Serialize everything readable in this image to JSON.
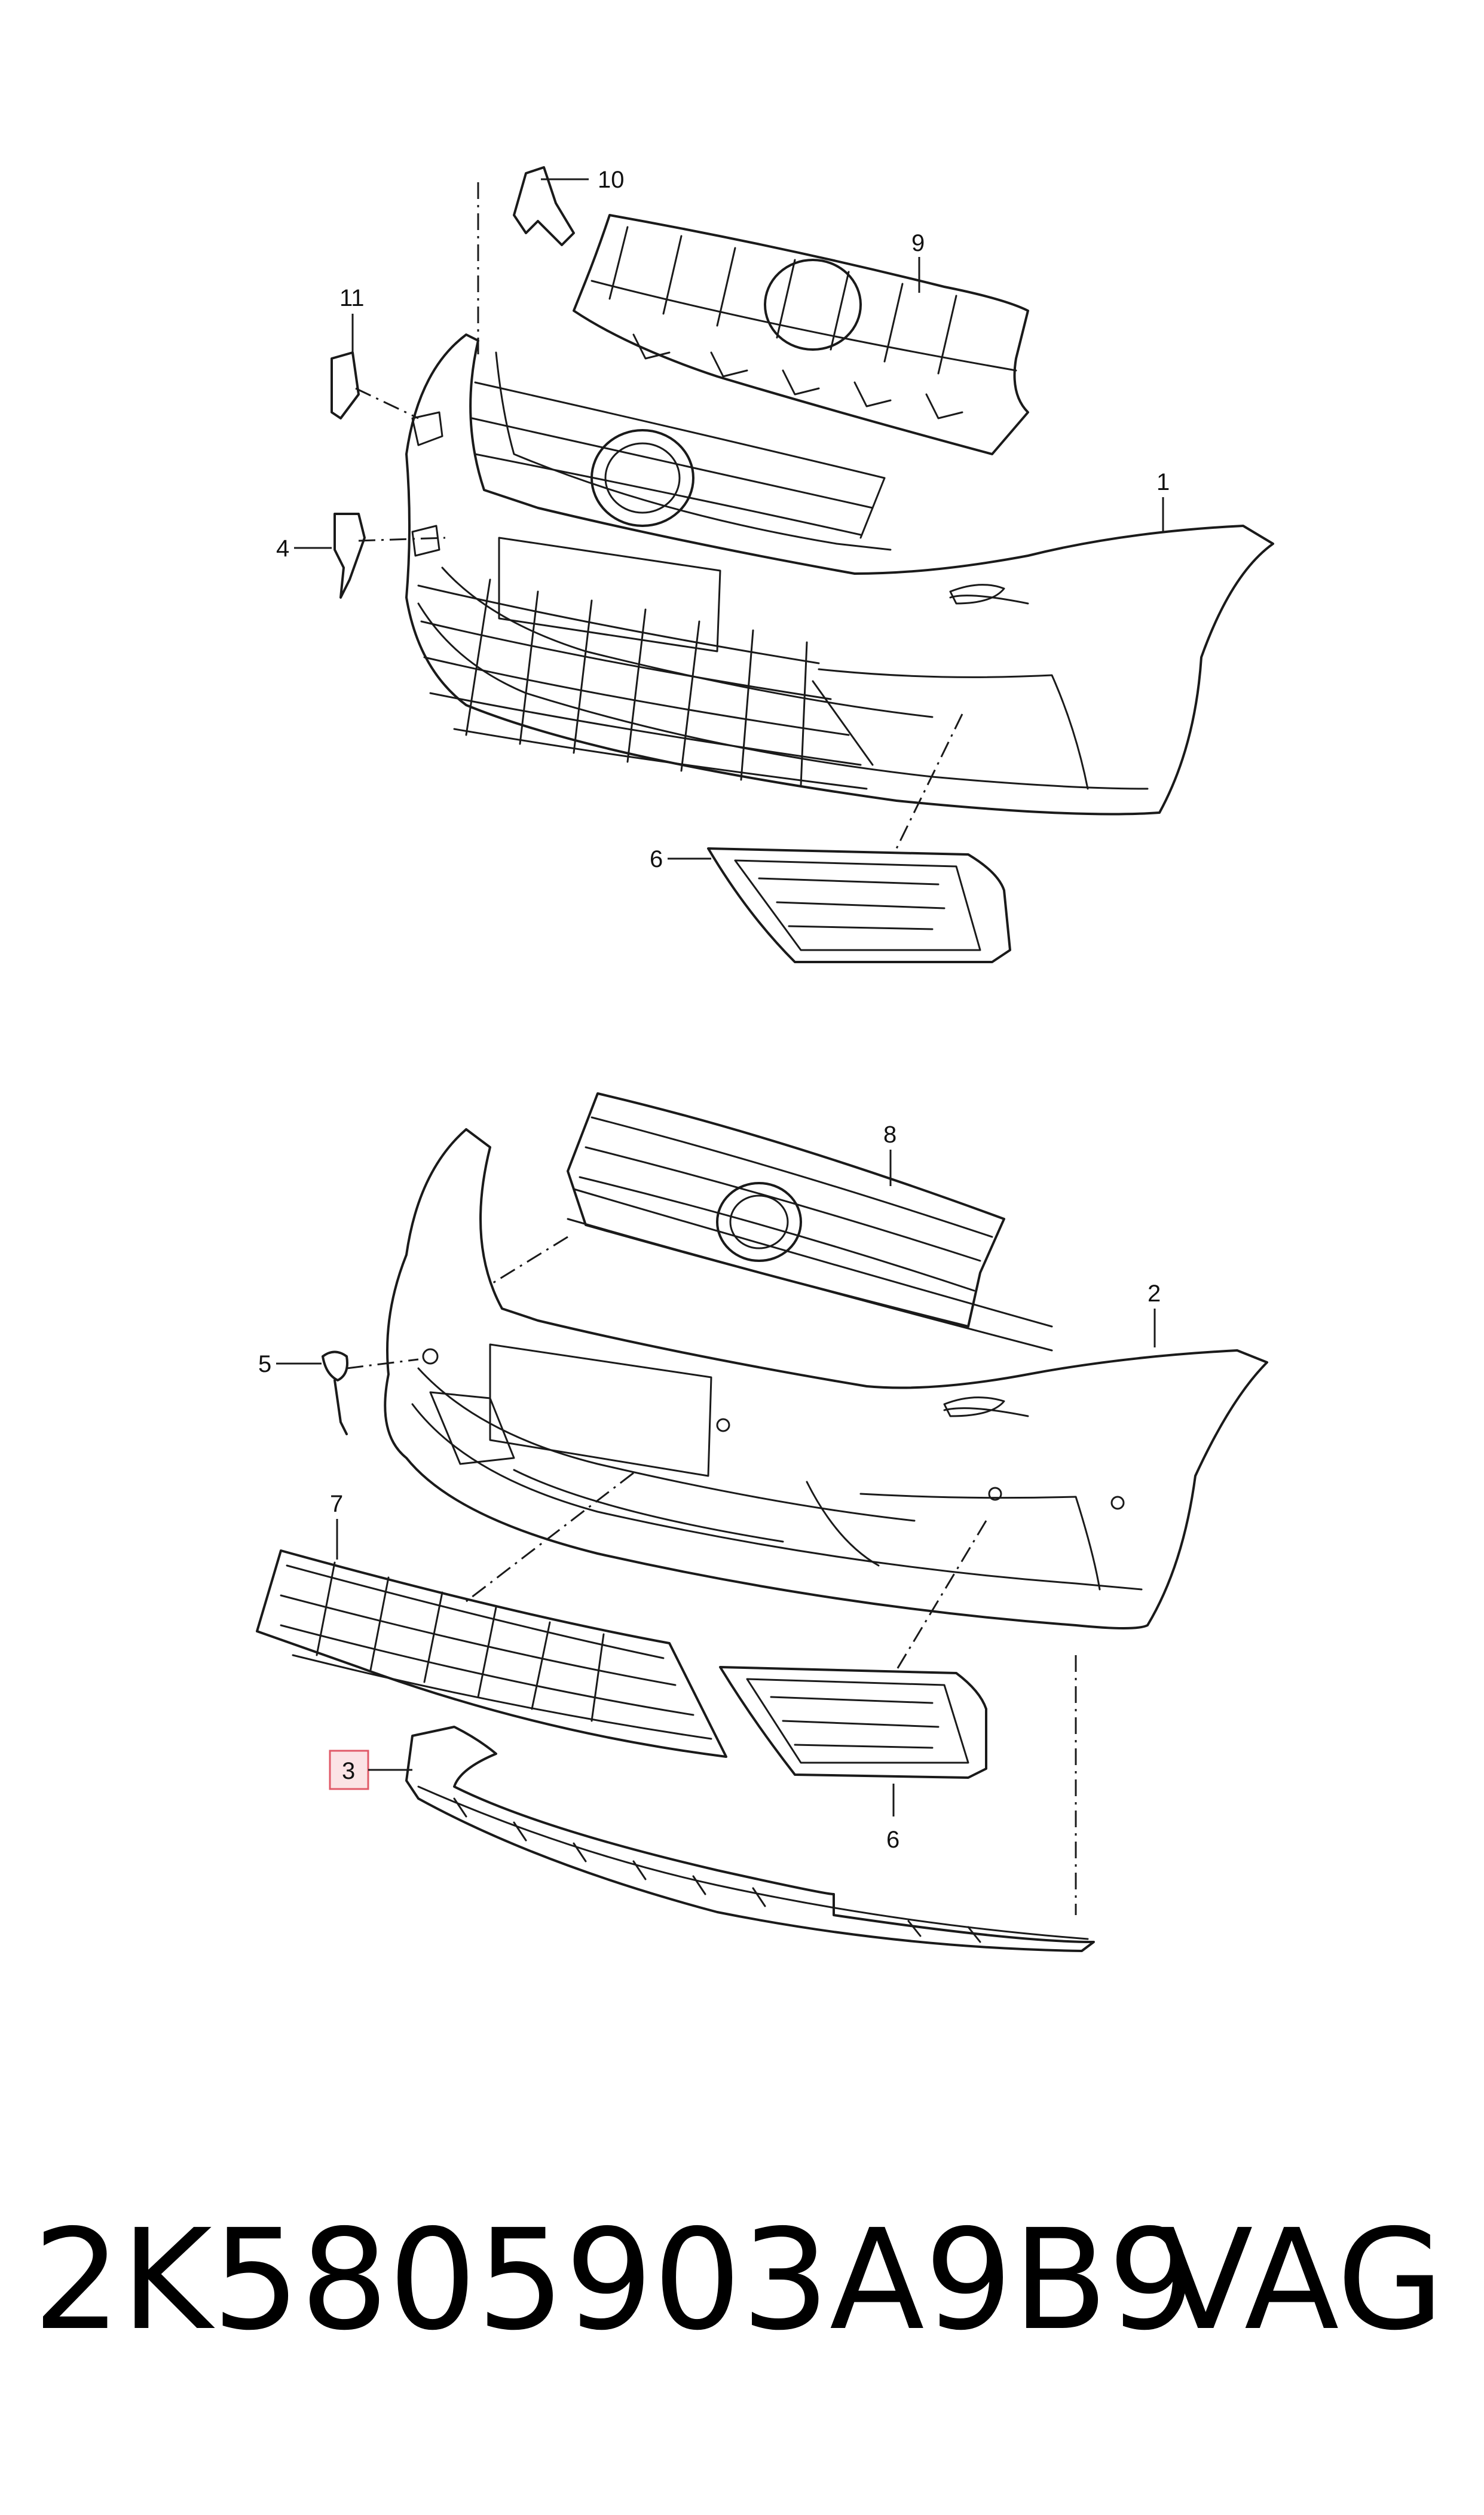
{
  "callouts": {
    "c1": "1",
    "c2": "2",
    "c3": "3",
    "c4": "4",
    "c5": "5",
    "c6a": "6",
    "c6b": "6",
    "c7": "7",
    "c8": "8",
    "c9": "9",
    "c10": "10",
    "c11": "11"
  },
  "highlight_color": "#e05a68",
  "caption": {
    "part_number": "2K5805903A9B9",
    "brand": "VAG"
  }
}
